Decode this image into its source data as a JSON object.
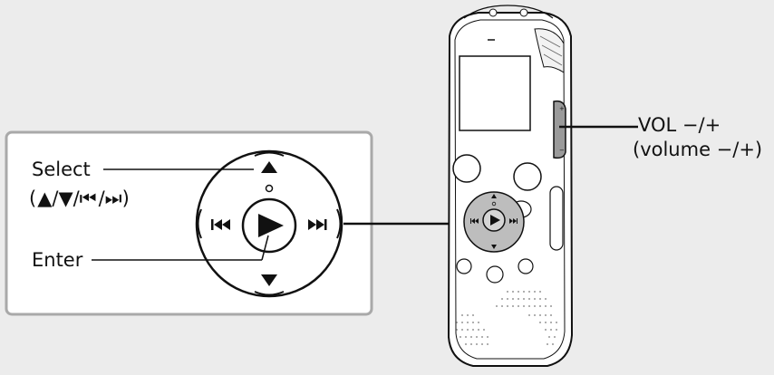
{
  "labels": {
    "select": "Select",
    "select_keys": "(▲/▼/⏮/⏭)",
    "enter": "Enter",
    "vol": "VOL −/+",
    "volume": "(volume −/+)"
  },
  "glyphs": {
    "up": "▲",
    "down": "▼",
    "prev": "⏮",
    "next": "⏭",
    "play": "▶",
    "dot": "○"
  },
  "icons": {
    "recorder": "voice-recorder-device",
    "control-ring": "control-pad-icon"
  },
  "colors": {
    "background": "#ececec",
    "panel_border": "#a9a9a9",
    "device_fill": "#ffffff",
    "pad_fill": "#bdbdbd",
    "ink": "#111111"
  }
}
